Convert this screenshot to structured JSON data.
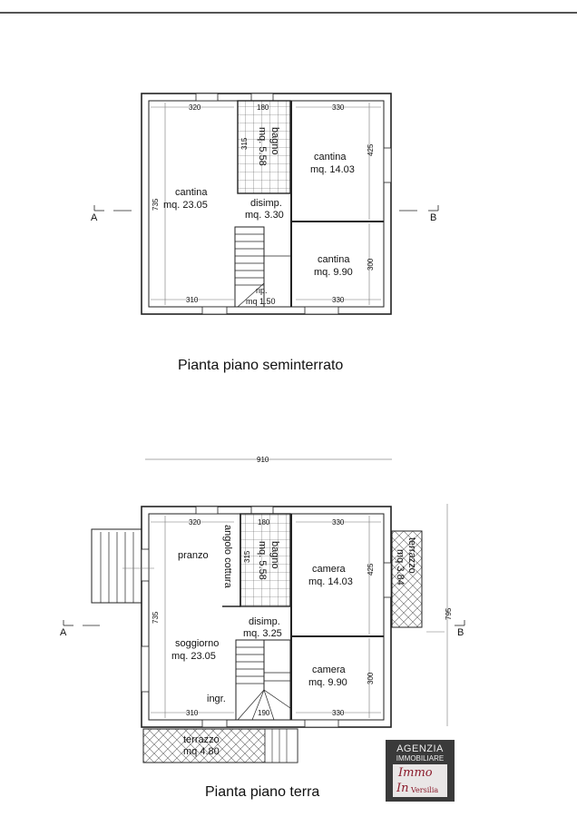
{
  "plans": [
    {
      "title": "Pianta piano seminterrato",
      "rooms": [
        {
          "name": "cantina",
          "area": "mq. 23.05"
        },
        {
          "name": "bagno",
          "area": "mq. 5.58"
        },
        {
          "name": "cantina",
          "area": "mq. 14.03"
        },
        {
          "name": "disimp.",
          "area": "mq. 3.30"
        },
        {
          "name": "cantina",
          "area": "mq. 9.90"
        },
        {
          "name": "rip.",
          "area": "mq 1.50"
        }
      ],
      "dimensions": {
        "top_left": "320",
        "top_mid": "180",
        "top_right": "330",
        "bottom_left": "310",
        "bottom_right": "330",
        "left_height": "735",
        "bagno_height": "315",
        "right_upper": "425",
        "right_lower": "300"
      },
      "section_markers": {
        "left": "A",
        "right": "B"
      }
    },
    {
      "title": "Pianta piano terra",
      "rooms": [
        {
          "name": "pranzo",
          "area": ""
        },
        {
          "name": "angolo cottura",
          "area": ""
        },
        {
          "name": "bagno",
          "area": "mq. 5.58"
        },
        {
          "name": "camera",
          "area": "mq. 14.03"
        },
        {
          "name": "terrazzo",
          "area": "mq 3.84"
        },
        {
          "name": "disimp.",
          "area": "mq. 3.25"
        },
        {
          "name": "soggiorno",
          "area": "mq. 23.05"
        },
        {
          "name": "camera",
          "area": "mq. 9.90"
        },
        {
          "name": "ingr.",
          "area": ""
        },
        {
          "name": "terrazzo",
          "area": "mq 4.80"
        }
      ],
      "dimensions": {
        "overall_width": "910",
        "top_left": "320",
        "top_mid": "180",
        "top_right": "330",
        "bottom_left": "310",
        "bottom_mid": "190",
        "bottom_right": "330",
        "left_height": "735",
        "bagno_height": "315",
        "right_upper": "425",
        "right_lower": "300",
        "overall_height": "795"
      },
      "section_markers": {
        "left": "A",
        "right": "B"
      }
    }
  ],
  "logo": {
    "line1": "AGENZIA",
    "line2": "IMMOBILIARE",
    "brand1": "Immo",
    "brand2": "In",
    "brand3": "Versilia"
  }
}
